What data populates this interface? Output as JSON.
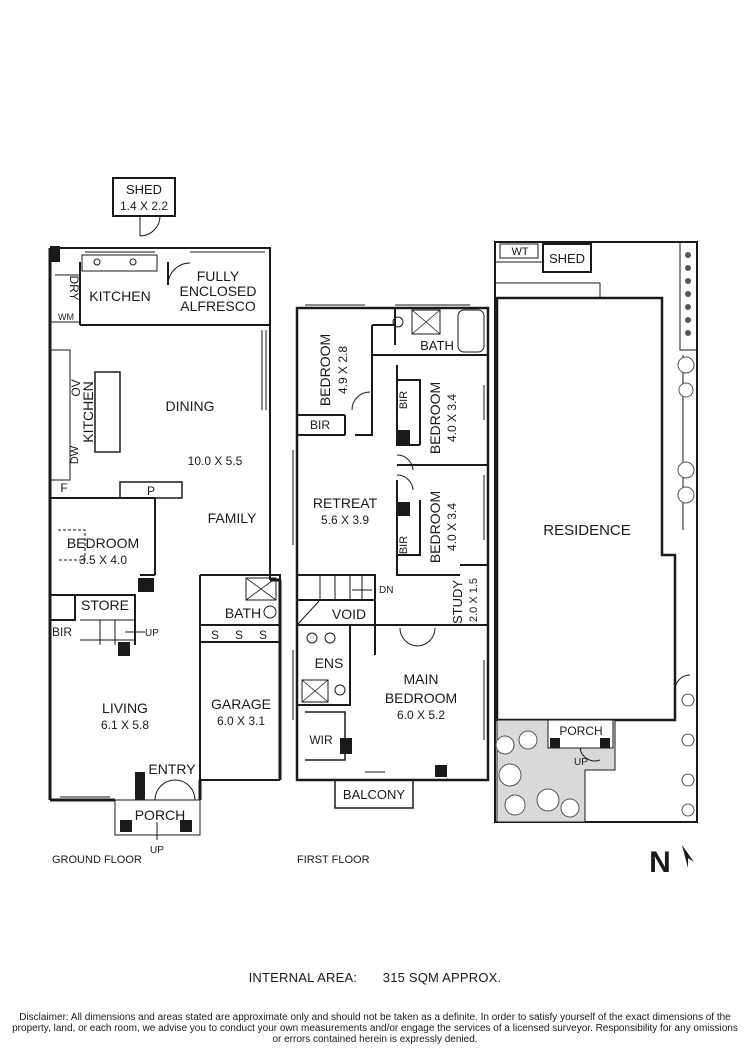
{
  "floors": {
    "ground": "GROUND FLOOR",
    "first": "FIRST FLOOR"
  },
  "shed_top": {
    "name": "SHED",
    "dims": "1.4 X 2.2"
  },
  "ground_rooms": {
    "dry": "DRY",
    "wm": "WM",
    "kitchen_top": "KITCHEN",
    "alfresco_1": "FULLY",
    "alfresco_2": "ENCLOSED",
    "alfresco_3": "ALFRESCO",
    "ov": "OV",
    "kitchen_side": "KITCHEN",
    "dw": "DW",
    "dining": "DINING",
    "dining_dims": "10.0 X 5.5",
    "f": "F",
    "p": "P",
    "family": "FAMILY",
    "bedroom": "BEDROOM",
    "bedroom_dims": "3.5 X 4.0",
    "store": "STORE",
    "bir": "BIR",
    "up": "UP",
    "bath": "BATH",
    "s": "S",
    "living": "LIVING",
    "living_dims": "6.1 X 5.8",
    "garage": "GARAGE",
    "garage_dims": "6.0 X 3.1",
    "entry": "ENTRY",
    "porch": "PORCH",
    "porch_up": "UP"
  },
  "first_rooms": {
    "bedroom1": "BEDROOM",
    "bedroom1_dims": "4.9 X 2.8",
    "bir1": "BIR",
    "bath": "BATH",
    "bir2": "BIR",
    "bedroom2": "BEDROOM",
    "bedroom2_dims": "4.0 X 3.4",
    "retreat": "RETREAT",
    "retreat_dims": "5.6 X 3.9",
    "bir3": "BIR",
    "bedroom3": "BEDROOM",
    "bedroom3_dims": "4.0 X 3.4",
    "dn": "DN",
    "void": "VOID",
    "study": "STUDY",
    "study_dims": "2.0 X 1.5",
    "ens": "ENS",
    "main_1": "MAIN",
    "main_2": "BEDROOM",
    "main_dims": "6.0 X 5.2",
    "wir": "WIR",
    "balcony": "BALCONY"
  },
  "site": {
    "wt": "WT",
    "shed": "SHED",
    "residence": "RESIDENCE",
    "porch": "PORCH",
    "up": "UP",
    "north": "N"
  },
  "internal_area": {
    "label": "INTERNAL AREA:",
    "value": "315 SQM APPROX."
  },
  "disclaimer": "Disclaimer: All dimensions and areas stated are approximate only and should not be taken as a definite. In order to satisfy yourself of the exact dimensions of the property, land, or each room, we advise you to conduct your own measurements and/or engage the services of a licensed surveyor. Responsibility for any omissions or errors contained herein is expressly denied.",
  "colors": {
    "wall": "#1a1a1a",
    "garden": "#d9d9d9",
    "tree": "#555555"
  }
}
